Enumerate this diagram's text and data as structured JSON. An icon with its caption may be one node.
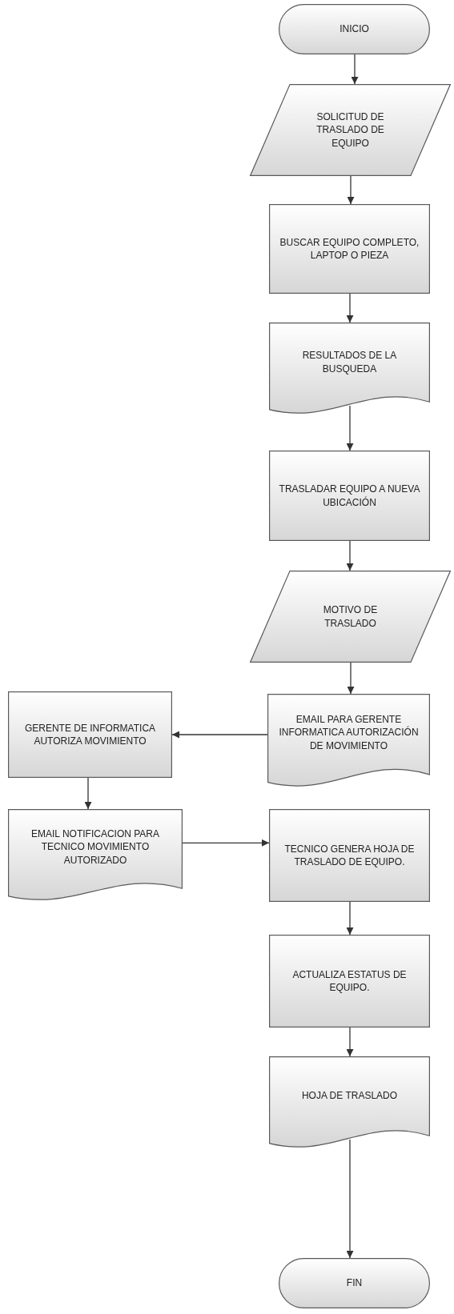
{
  "diagram": {
    "nodes": [
      {
        "text": [
          "INICIO"
        ]
      },
      {
        "text": [
          "SOLICITUD DE TRASLADO DE EQUIPO"
        ]
      },
      {
        "text": [
          "BUSCAR EQUIPO COMPLETO, LAPTOP O PIEZA"
        ]
      },
      {
        "text": [
          "RESULTADOS DE LA BUSQUEDA"
        ]
      },
      {
        "text": [
          "TRASLADAR EQUIPO A NUEVA UBICACIÓN"
        ]
      },
      {
        "text": [
          "MOTIVO DE TRASLADO"
        ]
      },
      {
        "text": [
          "EMAIL PARA GERENTE INFORMATICA AUTORIZACIÓN DE MOVIMIENTO"
        ]
      },
      {
        "text": [
          "GERENTE DE INFORMATICA AUTORIZA MOVIMIENTO"
        ]
      },
      {
        "text": [
          "EMAIL NOTIFICACION PARA TECNICO MOVIMIENTO AUTORIZADO"
        ]
      },
      {
        "text": [
          "TECNICO GENERA HOJA DE TRASLADO DE EQUIPO."
        ]
      },
      {
        "text": [
          "ACTUALIZA ESTATUS DE EQUIPO."
        ]
      },
      {
        "text": [
          "HOJA DE TRASLADO"
        ]
      },
      {
        "text": [
          "FIN"
        ]
      }
    ],
    "edges": [
      {
        "from": 0,
        "to": 1,
        "arrow": "to"
      },
      {
        "from": 1,
        "to": 2,
        "arrow": "to"
      },
      {
        "from": 2,
        "to": 3,
        "arrow": "to"
      },
      {
        "from": 3,
        "to": 4,
        "arrow": "to"
      },
      {
        "from": 4,
        "to": 5,
        "arrow": "to"
      },
      {
        "from": 5,
        "to": 6,
        "arrow": "to"
      },
      {
        "from": 6,
        "to": 7,
        "arrow": "to"
      },
      {
        "from": 7,
        "to": 8,
        "arrow": "to"
      },
      {
        "from": 8,
        "to": 9,
        "arrow": "to"
      },
      {
        "from": 9,
        "to": 10,
        "arrow": "to"
      },
      {
        "from": 10,
        "to": 11,
        "arrow": "to"
      },
      {
        "from": 11,
        "to": 12,
        "arrow": "to"
      }
    ]
  }
}
